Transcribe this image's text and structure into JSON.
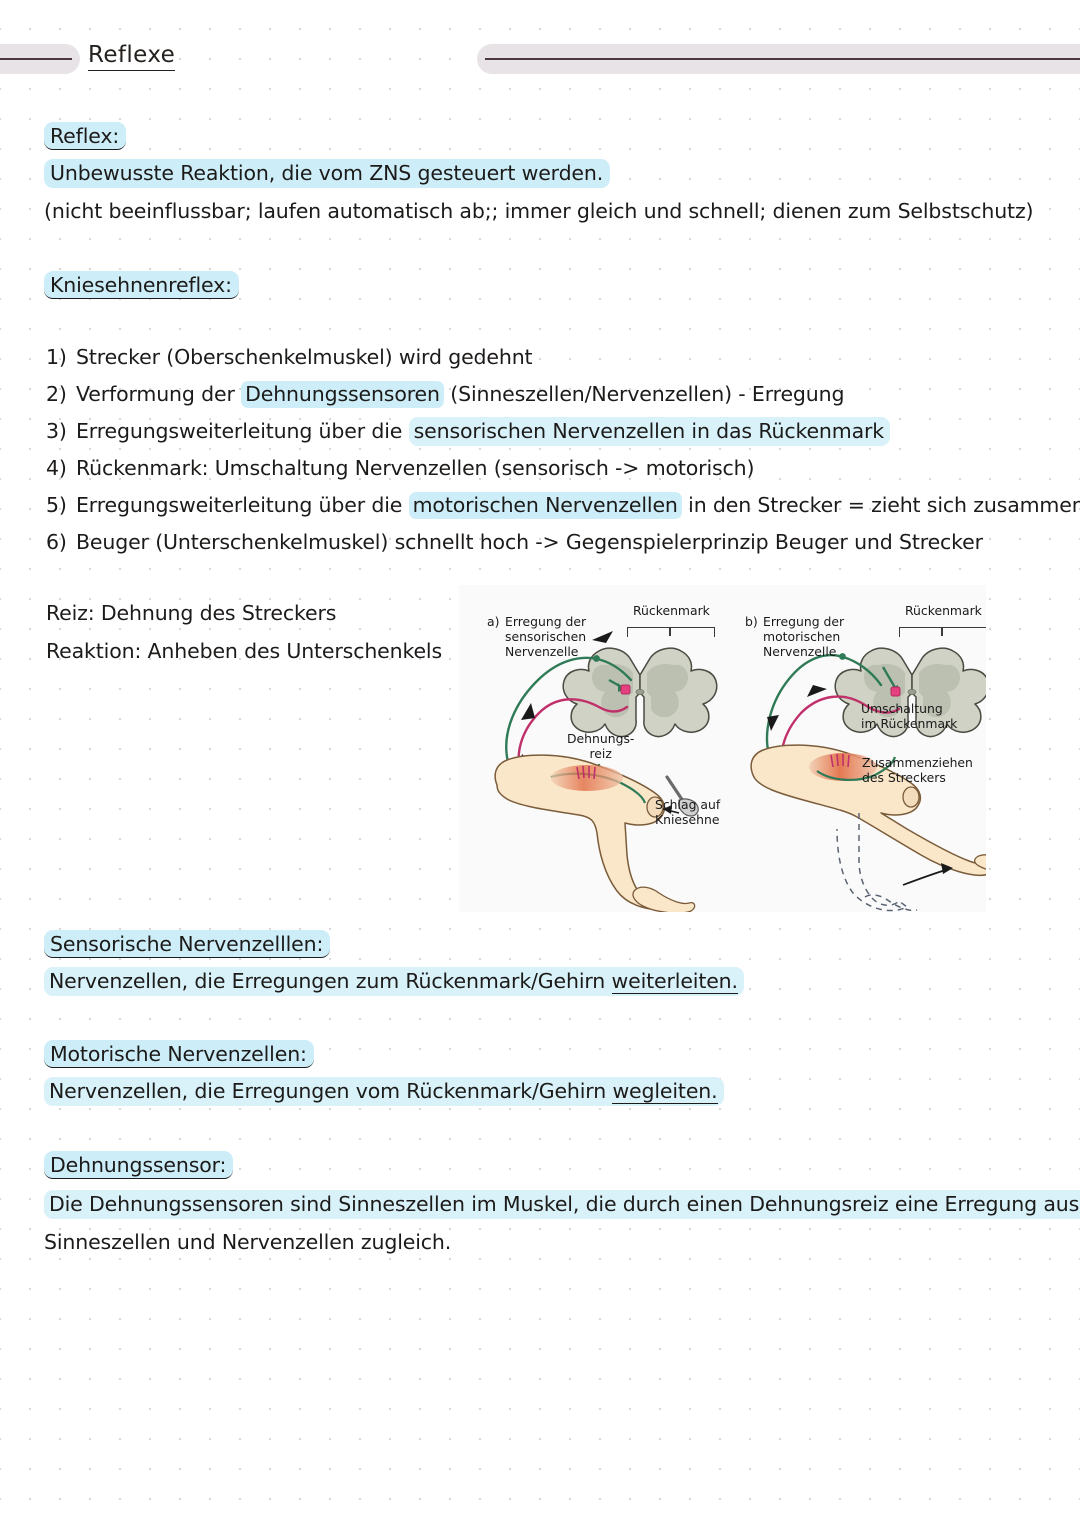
{
  "header": {
    "title": "Reflexe"
  },
  "sections": {
    "reflex": {
      "heading": "Reflex:",
      "line1": "Unbewusste Reaktion, die vom ZNS gesteuert werden.",
      "line2": "(nicht beeinflussbar; laufen automatisch ab;; immer gleich und schnell; dienen zum Selbstschutz)"
    },
    "kniesehnenreflex": {
      "heading": "Kniesehnenreflex:",
      "steps": [
        {
          "num": "1)",
          "pre": "Strecker (Oberschenkelmuskel) wird gedehnt",
          "hl": "",
          "post": ""
        },
        {
          "num": "2)",
          "pre": "Verformung der ",
          "hl": "Dehnungssensoren",
          "post": " (Sinneszellen/Nervenzellen) - Erregung"
        },
        {
          "num": "3)",
          "pre": "Erregungsweiterleitung über die ",
          "hl": "sensorischen Nervenzellen in das Rückenmark",
          "post": ""
        },
        {
          "num": "4)",
          "pre": "Rückenmark: Umschaltung Nervenzellen (sensorisch -> motorisch)",
          "hl": "",
          "post": ""
        },
        {
          "num": "5)",
          "pre": "Erregungsweiterleitung über die ",
          "hl": "motorischen Nervenzellen",
          "post": " in den Strecker = zieht sich zusammen"
        },
        {
          "num": "6)",
          "pre": "Beuger (Unterschenkelmuskel) schnellt hoch -> Gegenspielerprinzip Beuger und Strecker",
          "hl": "",
          "post": ""
        }
      ]
    },
    "reiz_reaktion": {
      "reiz": "Reiz: Dehnung des Streckers",
      "reaktion": "Reaktion: Anheben des Unterschenkels"
    },
    "sensorische": {
      "heading": "Sensorische Nervenzelllen:",
      "body_pre": "Nervenzellen, die Erregungen zum Rückenmark/Gehirn ",
      "body_underlined": "weiterleiten."
    },
    "motorische": {
      "heading": "Motorische Nervenzellen:",
      "body_pre": "Nervenzellen, die Erregungen vom Rückenmark/Gehirn ",
      "body_underlined": "wegleiten."
    },
    "dehnungssensor": {
      "heading": "Dehnungssensor:",
      "line1": "Die Dehnungssensoren sind Sinneszellen im Muskel, die durch einen Dehnungsreiz eine Erregung auslösen. Sie sind",
      "line2": "Sinneszellen und Nervenzellen zugleich."
    }
  },
  "figure": {
    "panel_a": {
      "caption_marker": "a)",
      "caption": "Erregung der\nsensorischen\nNervenzelle",
      "spinal_label": "Rückenmark",
      "stretch_label": "Dehnungs-\nreiz",
      "hammer_label": "Schlag auf\nKniesehne"
    },
    "panel_b": {
      "caption_marker": "b)",
      "caption": "Erregung der\nmotorischen\nNervenzelle",
      "spinal_label": "Rückenmark",
      "switch_label": "Umschaltung\nim Rückenmark",
      "contract_label": "Zusammenziehen\ndes Streckers"
    }
  },
  "colors": {
    "highlight": "#cdeef8",
    "header_band": "#e8e3e6",
    "rule": "#4a3942",
    "ink": "#1d1b1a",
    "nerve_green": "#2f7a57",
    "nerve_pink": "#c0306a",
    "skin": "#f6e3c4",
    "muscle": "#e06a4a",
    "cord_fill": "#d6d8cc"
  }
}
